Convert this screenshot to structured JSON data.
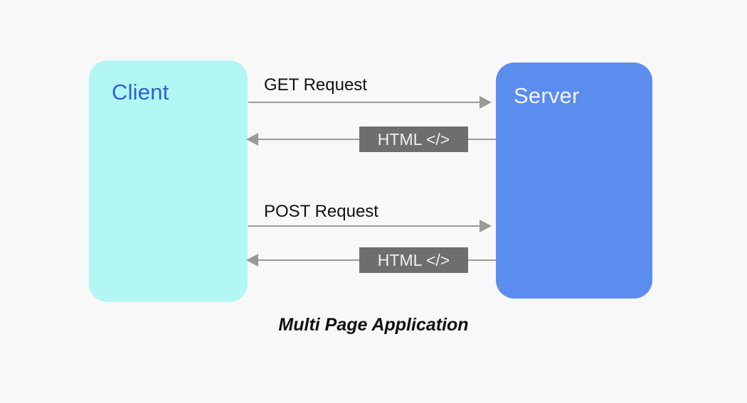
{
  "diagram": {
    "caption": "Multi Page Application",
    "background_color": "#f8f8f8",
    "nodes": [
      {
        "id": "client",
        "label": "Client",
        "fill_color": "#b3f7f5",
        "text_color": "#2f5fd8"
      },
      {
        "id": "server",
        "label": "Server",
        "fill_color": "#5b8def",
        "text_color": "#f2f4f8"
      }
    ],
    "flows": [
      {
        "id": "get-request",
        "label": "GET Request",
        "direction": "client-to-server",
        "line_color": "#9a9a9a"
      },
      {
        "id": "html-response-1",
        "label": "",
        "chip_label": "HTML </>",
        "direction": "server-to-client",
        "line_color": "#9a9a9a",
        "chip_color": "#6e6e6e",
        "chip_text_color": "#f0f0f0"
      },
      {
        "id": "post-request",
        "label": "POST Request",
        "direction": "client-to-server",
        "line_color": "#9a9a9a"
      },
      {
        "id": "html-response-2",
        "label": "",
        "chip_label": "HTML </>",
        "direction": "server-to-client",
        "line_color": "#9a9a9a",
        "chip_color": "#6e6e6e",
        "chip_text_color": "#f0f0f0"
      }
    ]
  }
}
